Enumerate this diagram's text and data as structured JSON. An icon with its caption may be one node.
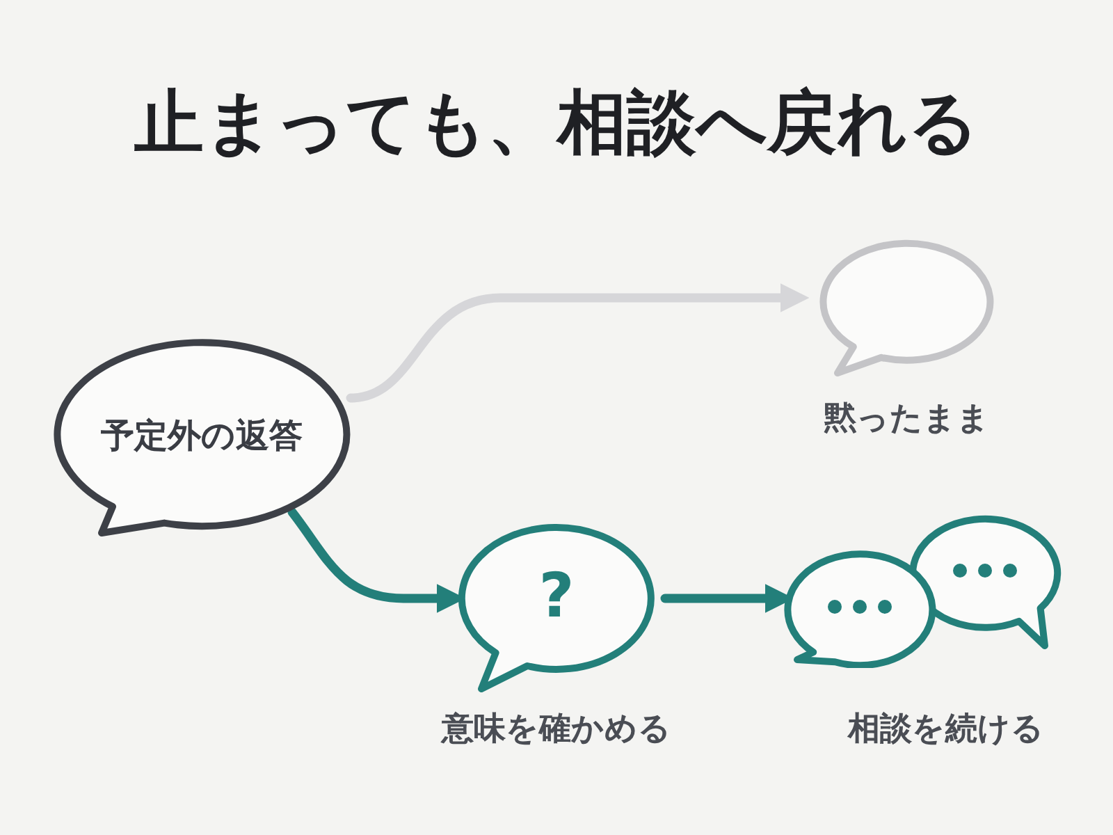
{
  "diagram": {
    "title": "止まっても、相談へ戻れる",
    "nodes": [
      {
        "text": [
          "予定外の返答"
        ]
      },
      {
        "text": [],
        "shape": "bubble",
        "beside": [
          "黙ったまま"
        ]
      },
      {
        "text": [
          "?"
        ],
        "beside": [
          "意味を確かめる"
        ]
      },
      {
        "text": [],
        "shape": "bubble",
        "beside": [
          "相談を続ける"
        ]
      }
    ],
    "edges": [
      {
        "from": 0,
        "to": 1,
        "arrow": "to",
        "color": "#d6d6d9"
      },
      {
        "from": 0,
        "to": 2,
        "arrow": "to"
      },
      {
        "from": 2,
        "to": 3,
        "arrow": "to"
      }
    ]
  }
}
